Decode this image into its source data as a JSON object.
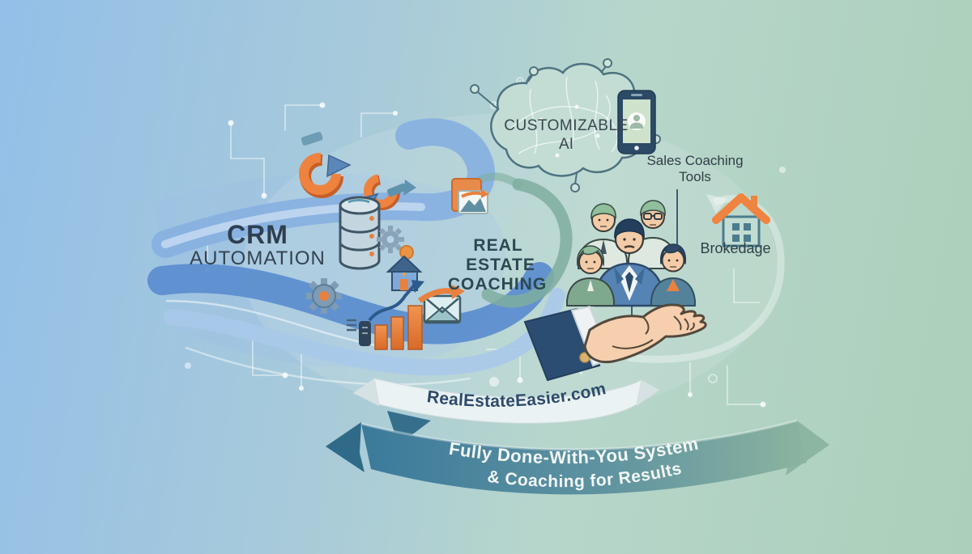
{
  "title": "Real estate CRM and coaching illustration",
  "labels": {
    "crm": {
      "line1": "CRM",
      "line2": "AUTOMATION"
    },
    "ai": {
      "line1": "CUSTOMIZABLE",
      "line2": "AI"
    },
    "sales": {
      "line1": "Sales Coaching",
      "line2": "Tools"
    },
    "real_estate": {
      "line1": "REAL",
      "line2": "ESTATE",
      "line3": "COACHING"
    },
    "brokerage": {
      "label": "Brokedage"
    },
    "ribbon_top": {
      "text": "RealEstateEasier.com"
    },
    "ribbon_bottom": {
      "line1": "Fully Done-With-You System",
      "line2": "& Coaching for Results"
    }
  },
  "icons": {
    "left_cluster": [
      "sync-arrow-ring",
      "sync-arrow-ring-small",
      "database-cylinder",
      "gear",
      "image-document",
      "gear-orange-center",
      "bar-chart-growth-arrow",
      "notes-block",
      "envelope-send",
      "small-house",
      "coin"
    ],
    "center_right": [
      "brain-network",
      "smartphone-app",
      "team-of-five-people",
      "open-hand",
      "house-brokerage",
      "circuit-traces",
      "swirl-arrow"
    ]
  },
  "colors": {
    "background_left": "#93BFE8",
    "background_right": "#ABCFB9",
    "accent_orange": "#E8813F",
    "navy": "#2C4A6B",
    "swoosh_blue": "#5D8ECF",
    "swoosh_light": "#A9C9EA",
    "teal_curve": "#7FAE9F",
    "ribbon_teal": "#3E7E9E",
    "ribbon_white": "#EAF1F2",
    "text_dark": "#2E3F4A"
  }
}
